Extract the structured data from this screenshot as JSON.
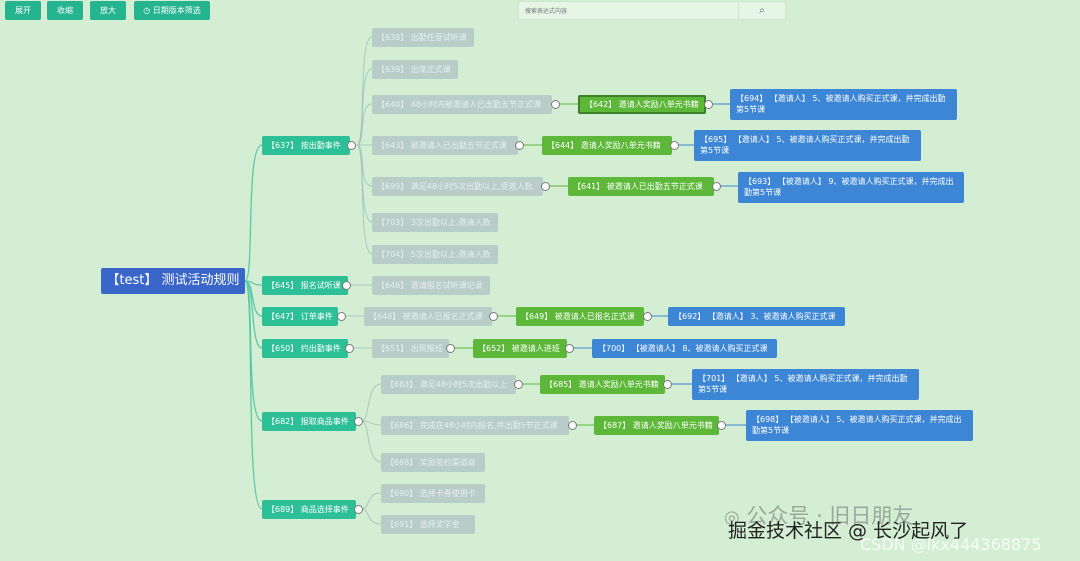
{
  "toolbar": {
    "expand": "展开",
    "collapse": "收缩",
    "zoom": "放大",
    "date_filter": "日期版本筛选"
  },
  "search": {
    "placeholder": "搜索表达式内容"
  },
  "root": "【test】 测试活动规则",
  "nodes": {
    "n637": "【637】 按出勤事件",
    "n645": "【645】 报名试听课",
    "n647": "【647】 订单事件",
    "n650": "【650】 约出勤事件",
    "n682": "【682】 报取商品事件",
    "n689": "【689】 商品选择事件",
    "n638": "【638】 出勤任意试听课",
    "n639": "【639】 出席正式课",
    "n640": "【640】 48小时内被邀请人已出勤五节正式课",
    "n643": "【643】 被邀请人已出勤五节正式课",
    "n699": "【699】 满足48小时5次出勤以上,受邀人数",
    "n703": "【703】 3次出勤以上,邀请人数",
    "n704": "【704】 5次出勤以上,邀请人数",
    "n646": "【646】 邀请报名试听课记录",
    "n648": "【648】 被邀请人已报名正式课",
    "n651": "【651】 出现报班",
    "n683": "【683】 满足48小时5次出勤以上",
    "n686": "【686】 完成在48小时内报名,并出勤5节正式课",
    "n688": "【688】 奖励签约渠道商",
    "n690": "【690】 选择卡券使用卡",
    "n691": "【691】 选择奖学金",
    "n642": "【642】 邀请人奖励八单元书籍",
    "n644": "【644】 邀请人奖励八单元书籍",
    "n641": "【641】 被邀请人已出勤五节正式课",
    "n649": "【649】 被邀请人已报名正式课",
    "n652": "【652】 被邀请人进班",
    "n685": "【685】 邀请人奖励八单元书籍",
    "n687": "【687】 邀请人奖励八单元书籍",
    "n694": "【694】 【邀请人】 5、被邀请人购买正式课，并完成出勤第5节课",
    "n695": "【695】 【邀请人】 5、被邀请人购买正式课，并完成出勤第5节课",
    "n693": "【693】 【被邀请人】 9、被邀请人购买正式课，并完成出勤第5节课",
    "n692": "【692】 【邀请人】 3、被邀请人购买正式课",
    "n700": "【700】 【被邀请人】 8、被邀请人购买正式课",
    "n701": "【701】 【邀请人】 5、被邀请人购买正式课，并完成出勤第5节课",
    "n698": "【698】 【被邀请人】 5、被邀请人购买正式课，并完成出勤第5节课"
  },
  "watermark": {
    "line1": "公众号 · 旧日朋友",
    "line2": "掘金技术社区 @ 长沙起风了",
    "line3": "CSDN @lkx444368875"
  },
  "colors": {
    "background": "#d3eed3",
    "root": "#3b66c9",
    "level1": "#2dbf96",
    "condition": "#b8ccc8",
    "reward": "#5db83a",
    "result": "#3d86d6",
    "link": "#5cc9a6"
  }
}
